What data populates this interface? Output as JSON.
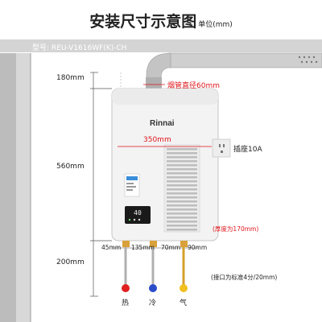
{
  "title": "安装尺寸示意图",
  "unit": "单位(mm)",
  "model": "型号: REU-V1616WF(K)-CH",
  "brand": "Rinnai",
  "display_value": "40",
  "dimensions": {
    "top_clearance": "180mm",
    "height": "560mm",
    "bottom_clearance": "200mm",
    "width": "350mm",
    "pipe_spacing_1": "45mm",
    "pipe_spacing_2": "135mm",
    "pipe_spacing_3": "70mm",
    "pipe_spacing_4": "90mm"
  },
  "annotations": {
    "flue_diameter": "烟管直径60mm",
    "socket": "插座10A",
    "depth": "(厚度为170mm)",
    "connector": "(接口为标准4分/20mm)"
  },
  "pipes": {
    "hot": "热",
    "cold": "冷",
    "gas": "气"
  },
  "colors": {
    "hot": "#e02020",
    "cold": "#2a4cc8",
    "gas": "#f0c020",
    "accent": "#e0161b"
  }
}
